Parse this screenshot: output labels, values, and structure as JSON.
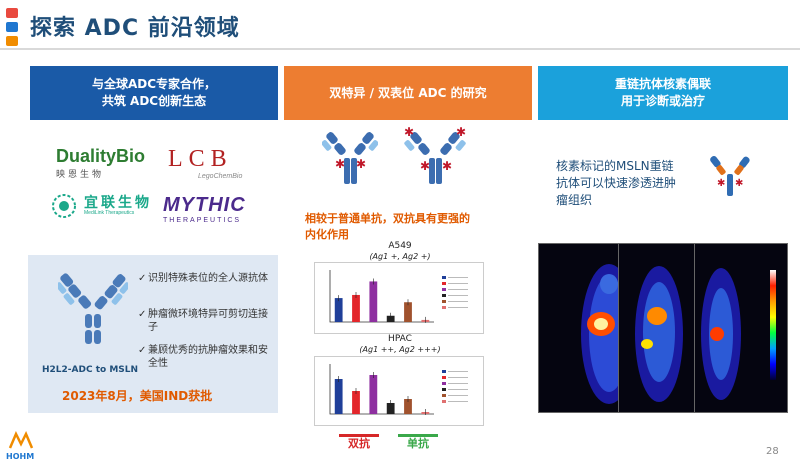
{
  "title": "探索 ADC 前沿领域",
  "page_number": "28",
  "footer_logo_text": "HOHM",
  "columns": [
    {
      "header_line1": "与全球ADC专家合作，",
      "header_line2": "共筑 ADC创新生态",
      "color": "#1a5aa7"
    },
    {
      "header_line1": "双特异 / 双表位 ADC 的研究",
      "header_line2": "",
      "color": "#ed7d31"
    },
    {
      "header_line1": "重链抗体核素偶联",
      "header_line2": "用于诊断或治疗",
      "color": "#1ba1db"
    }
  ],
  "partners": {
    "duality": "DualityBio",
    "duality_cn": "映恩生物",
    "lcb": "LCB",
    "lcb_sub": "LegoChemBio",
    "medilink_cn": "宜联生物",
    "medilink_en": "MediLink Therapeutics",
    "mythic": "MYTHIC",
    "mythic_sub": "THERAPEUTICS"
  },
  "card": {
    "antibody_label": "H2L2-ADC to MSLN",
    "bullets": [
      "识别特殊表位的全人源抗体",
      "肿瘤微环境特异可剪切连接子",
      "兼顾优秀的抗肿瘤效果和安全性"
    ],
    "ind_note": "2023年8月，美国IND获批"
  },
  "bispecific": {
    "note_line1": "相较于普通单抗，双抗具有更强的",
    "note_line2": "内化作用",
    "chart1_title": "A549",
    "chart1_sub": "(Ag1 +, Ag2 +)",
    "chart2_title": "HPAC",
    "chart2_sub": "(Ag1 ++, Ag2 +++)",
    "tag_bsab": "双抗",
    "tag_mab": "单抗",
    "tag_bsab_color": "#d62728",
    "tag_mab_color": "#3aa84a"
  },
  "nuclide": {
    "text_line1": "核素标记的MSLN重链",
    "text_line2": "抗体可以快速渗透进肿",
    "text_line3": "瘤组织"
  },
  "chart_data": [
    {
      "type": "bar",
      "title": "A549",
      "subtitle": "(Ag1 +, Ag2 +)",
      "categories": [
        "1",
        "2",
        "3",
        "4",
        "5",
        "6"
      ],
      "values": [
        2.3,
        2.6,
        3.9,
        0.6,
        1.9,
        0.2
      ],
      "colors": [
        "#1f3f99",
        "#e3262b",
        "#8e2fa0",
        "#222222",
        "#a0522d",
        "#e07070"
      ],
      "ylim": [
        0,
        5
      ]
    },
    {
      "type": "bar",
      "title": "HPAC",
      "subtitle": "(Ag1 ++, Ag2 +++)",
      "categories": [
        "1",
        "2",
        "3",
        "4",
        "5",
        "6"
      ],
      "values": [
        3.5,
        2.3,
        3.9,
        1.1,
        1.5,
        0.2
      ],
      "colors": [
        "#1f3f99",
        "#e3262b",
        "#8e2fa0",
        "#222222",
        "#a0522d",
        "#e07070"
      ],
      "ylim": [
        0,
        5
      ]
    }
  ]
}
